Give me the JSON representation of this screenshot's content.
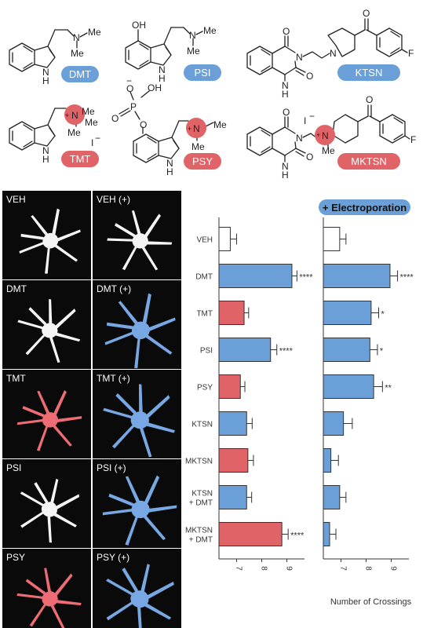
{
  "colors": {
    "blue": "#6a9fd8",
    "red": "#e06368",
    "white_bar": "#ffffff",
    "neuron_white": "#f4f4f4",
    "neuron_red": "#ee6c74",
    "neuron_blue": "#78a8e4",
    "panel_bg": "#0a0a0a"
  },
  "molecules": {
    "dmt": {
      "badge": "DMT",
      "n_label": "N",
      "me1": "Me",
      "me2": "Me",
      "nh": "H",
      "n_ring": "N"
    },
    "psi": {
      "badge": "PSI",
      "oh": "OH",
      "n_label": "N",
      "me1": "Me",
      "me2": "Me",
      "nh": "H",
      "n_ring": "N"
    },
    "ktsn": {
      "badge": "KTSN",
      "f": "F",
      "n_ring": "N",
      "nh": "H",
      "n_imide": "N",
      "n_pip": "N"
    },
    "tmt": {
      "badge": "TMT",
      "n_label": "N",
      "plus": "+",
      "me1": "Me",
      "me2": "Me",
      "me3": "Me",
      "iodide": "I",
      "minus": "−",
      "nh": "H",
      "n_ring": "N"
    },
    "psy": {
      "badge": "PSY",
      "o_minus": "O",
      "minus": "−",
      "p": "P",
      "oh": "OH",
      "o_link": "O",
      "o_eq": "O",
      "n_label": "N",
      "plus": "+",
      "me1": "Me",
      "me2": "Me",
      "nh": "H",
      "n_ring": "N"
    },
    "mktsn": {
      "badge": "MKTSN",
      "iodide": "I",
      "minus": "−",
      "plus": "+",
      "me": "Me",
      "f": "F",
      "n_ring": "N",
      "nh": "H",
      "n_imide": "N",
      "n_pip": "N"
    }
  },
  "micrographs": [
    {
      "left": "VEH",
      "right": "VEH (+)",
      "left_color": "white",
      "right_color": "white"
    },
    {
      "left": "DMT",
      "right": "DMT (+)",
      "left_color": "white",
      "right_color": "blue"
    },
    {
      "left": "TMT",
      "right": "TMT (+)",
      "left_color": "red",
      "right_color": "blue"
    },
    {
      "left": "PSI",
      "right": "PSI (+)",
      "left_color": "white",
      "right_color": "blue"
    },
    {
      "left": "PSY",
      "right": "PSY (+)",
      "left_color": "red",
      "right_color": "blue"
    }
  ],
  "chart_data": [
    {
      "type": "bar",
      "orientation": "horizontal",
      "title": "",
      "xlabel": "",
      "categories": [
        "VEH",
        "DMT",
        "TMT",
        "PSI",
        "PSY",
        "KTSN",
        "MKTSN",
        "KTSN\n+ DMT",
        "MKTSN\n+ DMT"
      ],
      "values": [
        6.75,
        9.2,
        7.3,
        8.35,
        7.15,
        7.4,
        7.45,
        7.4,
        8.8
      ],
      "errors": [
        0.25,
        0.2,
        0.18,
        0.25,
        0.18,
        0.22,
        0.22,
        0.2,
        0.25
      ],
      "colors": [
        "white",
        "blue",
        "red",
        "blue",
        "red",
        "blue",
        "red",
        "blue",
        "red"
      ],
      "significance": [
        "",
        "****",
        "",
        "****",
        "",
        "",
        "",
        "",
        "****"
      ],
      "xlim": [
        6.3,
        9.7
      ],
      "xticks": [
        7,
        8,
        9
      ]
    },
    {
      "type": "bar",
      "orientation": "horizontal",
      "title": "+ Electroporation",
      "xlabel": "Number of Crossings",
      "categories": [
        "VEH",
        "DMT",
        "TMT",
        "PSI",
        "PSY",
        "KTSN",
        "MKTSN",
        "KTSN\n+ DMT",
        "MKTSN\n+ DMT"
      ],
      "values": [
        6.95,
        8.95,
        8.2,
        8.15,
        8.3,
        7.1,
        6.6,
        6.95,
        6.55
      ],
      "errors": [
        0.25,
        0.3,
        0.3,
        0.3,
        0.35,
        0.35,
        0.3,
        0.25,
        0.25
      ],
      "colors": [
        "white",
        "blue",
        "blue",
        "blue",
        "blue",
        "blue",
        "blue",
        "blue",
        "blue"
      ],
      "significance": [
        "",
        "****",
        "*",
        "*",
        "**",
        "",
        "",
        "",
        ""
      ],
      "xlim": [
        6.3,
        9.7
      ],
      "xticks": [
        7,
        8,
        9
      ]
    }
  ]
}
